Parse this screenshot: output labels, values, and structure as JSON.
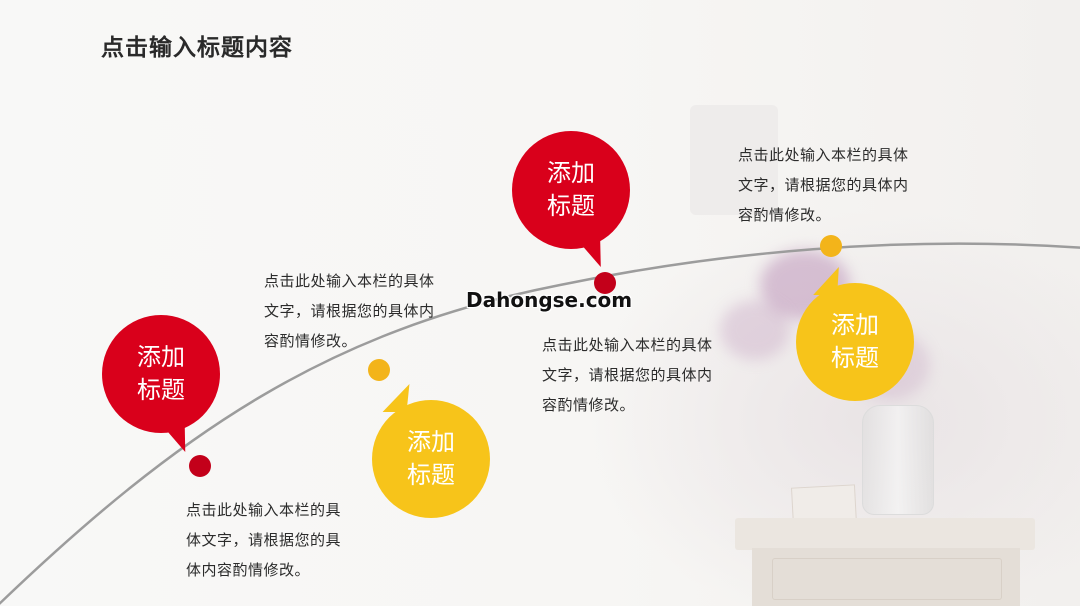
{
  "slide": {
    "title": "点击输入标题内容",
    "watermark": "Dahongse.com"
  },
  "colors": {
    "red": "#d9001b",
    "yellow": "#f7c41a",
    "curve": "#9c9c9c",
    "text": "#2b2b2b"
  },
  "milestones": [
    {
      "color": "red",
      "bubble_label": "添加\n标题",
      "description": "点击此处输入本栏的具\n体文字，请根据您的具\n体内容酌情修改。"
    },
    {
      "color": "yellow",
      "bubble_label": "添加\n标题",
      "description": "点击此处输入本栏的具体\n文字，请根据您的具体内\n容酌情修改。"
    },
    {
      "color": "red",
      "bubble_label": "添加\n标题",
      "description": "点击此处输入本栏的具体\n文字，请根据您的具体内\n容酌情修改。"
    },
    {
      "color": "yellow",
      "bubble_label": "添加\n标题",
      "description": "点击此处输入本栏的具体\n文字，请根据您的具体内\n容酌情修改。"
    }
  ]
}
